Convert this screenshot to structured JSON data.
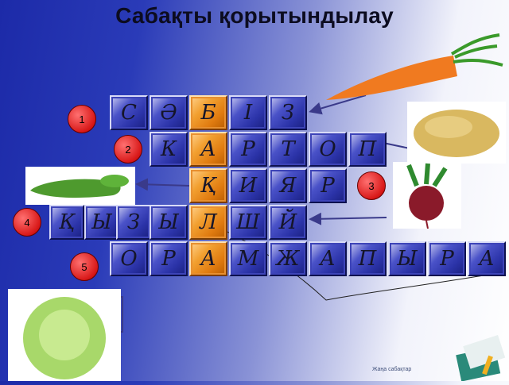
{
  "title": "Сабақты қорытындылау",
  "footer": "Жаңа сабақтар",
  "numbers": [
    "1",
    "2",
    "3",
    "4",
    "5"
  ],
  "rows": [
    {
      "letters": [
        "С",
        "Ә",
        "Б",
        "І",
        "З"
      ]
    },
    {
      "letters": [
        "К",
        "А",
        "Р",
        "Т",
        "О",
        "П"
      ]
    },
    {
      "letters": [
        "Қ",
        "И",
        "Я",
        "Р"
      ]
    },
    {
      "letters": [
        "Қ",
        "Ы",
        "З",
        "Ы",
        "Л",
        "Ш",
        "Й"
      ]
    },
    {
      "letters": [
        "О",
        "Р",
        "А",
        "М",
        "Ж",
        "А",
        "П",
        "Ы",
        "Р",
        "А"
      ]
    }
  ],
  "images": [
    "carrot-image",
    "potato-image",
    "cucumber-image",
    "beet-image",
    "cabbage-image",
    "books-image"
  ],
  "colors": {
    "highlight_column": "#f2a030",
    "cell_blue": "#2b33a8",
    "number_badge": "#d81818"
  }
}
